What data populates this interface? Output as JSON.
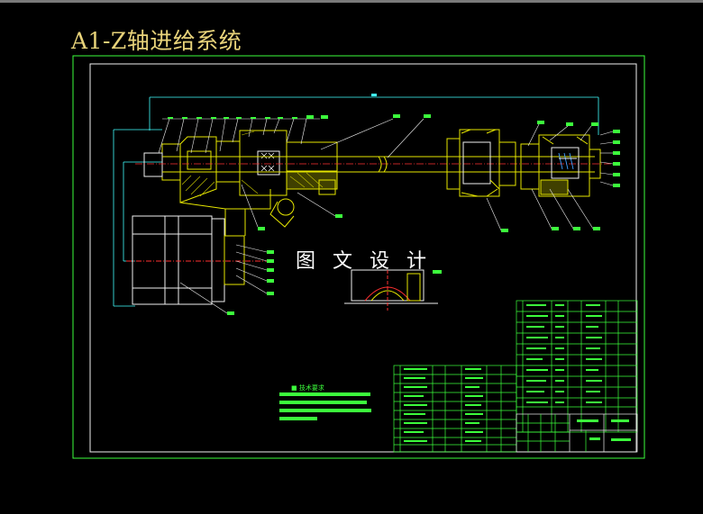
{
  "title": "A1-Z轴进给系统",
  "watermark": "图 文 设 计",
  "technical_requirements_heading": "■ 技术要求",
  "colors": {
    "background": "#000000",
    "frame": "#3cff3c",
    "linework": "#e6e600",
    "section": "#ffffff",
    "centerline": "#ff3030",
    "dimension": "#40ffff",
    "hatch": "#c8c800",
    "title_text": "#e8d37a",
    "watermark_text": "#ffffff"
  }
}
